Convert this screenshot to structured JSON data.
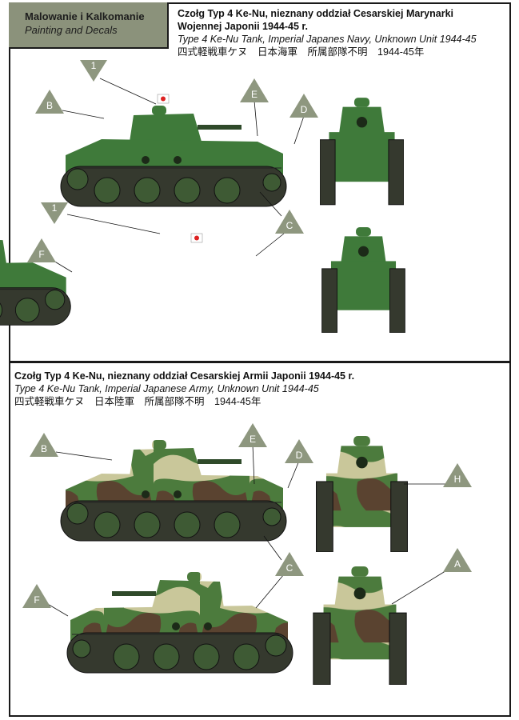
{
  "header": {
    "title_pl": "Malowanie i Kalkomanie",
    "title_en": "Painting and Decals"
  },
  "sections": [
    {
      "title_pl_line1": "Czołg Typ 4 Ke-Nu, nieznany oddział Cesarskiej Marynarki",
      "title_pl_line2": "Wojennej Japonii 1944-45 r.",
      "title_en": "Type 4 Ke-Nu Tank, Imperial Japanes Navy, Unknown Unit 1944-45",
      "title_jp": "四式軽戦車ケヌ　日本海軍　所属部隊不明　1944-45年",
      "callouts": [
        "1",
        "B",
        "E",
        "D",
        "C",
        "1",
        "F"
      ]
    },
    {
      "title_pl_line1": "Czołg Typ 4 Ke-Nu, nieznany oddział Cesarskiej Armii Japonii 1944-45 r.",
      "title_en": "Type 4 Ke-Nu Tank, Imperial Japanese Army, Unknown Unit 1944-45",
      "title_jp": "四式軽戦車ケヌ　日本陸軍　所属部隊不明　1944-45年",
      "callouts": [
        "B",
        "E",
        "D",
        "H",
        "C",
        "A",
        "F"
      ]
    }
  ],
  "colors": {
    "header_bg": "#8b927b",
    "navy_green": "#3f7a3a",
    "camo_green": "#4a7a3c",
    "camo_brown": "#5a4330",
    "camo_sand": "#c9c79a",
    "callout": "#8e977f"
  }
}
